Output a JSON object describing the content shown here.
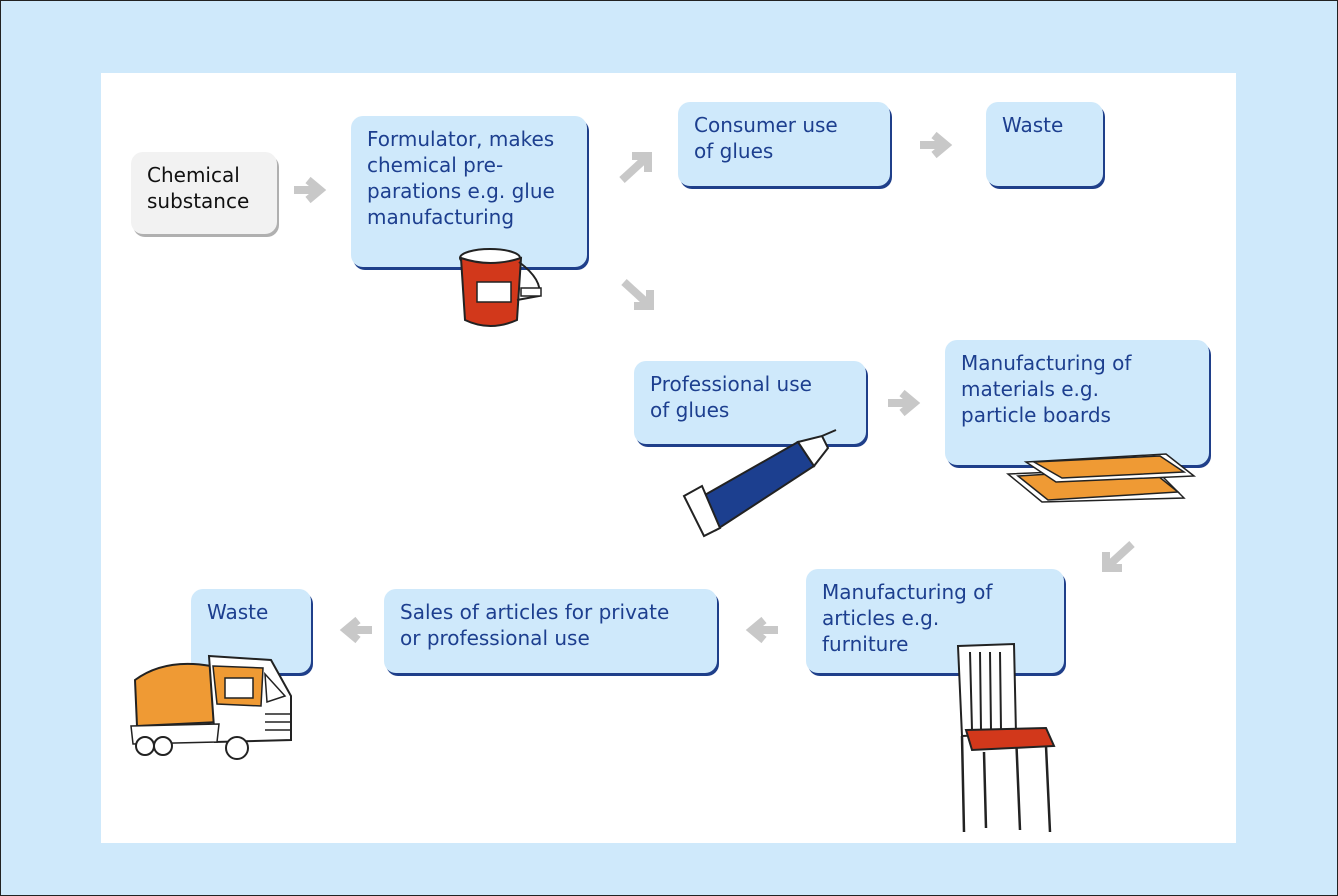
{
  "diagram": {
    "nodes": {
      "chemical": {
        "label": "Chemical\nsubstance"
      },
      "formulator": {
        "label": "Formulator, makes\nchemical pre-\nparations e.g. glue\nmanufacturing"
      },
      "consumer": {
        "label": "Consumer use\nof glues"
      },
      "waste_top": {
        "label": "Waste"
      },
      "professional": {
        "label": "Professional use\nof glues"
      },
      "materials": {
        "label": "Manufacturing of\nmaterials e.g.\nparticle boards"
      },
      "articles": {
        "label": "Manufacturing of\narticles e.g.\nfurniture"
      },
      "sales": {
        "label": "Sales of articles for private\nor professional use"
      },
      "waste_bottom": {
        "label": "Waste"
      }
    },
    "arrow_color": "#c8c8c8",
    "illustrations": [
      "paint-bucket",
      "glue-tube",
      "particle-boards",
      "chair",
      "truck"
    ],
    "colors": {
      "box_fill": "#cfe9fb",
      "box_shadow": "#1f3f8a",
      "text": "#1d3f8f",
      "background": "#cfe9fb",
      "bucket": "#d2381b",
      "tube": "#1c3f8f",
      "wood": "#ef9a34"
    }
  }
}
